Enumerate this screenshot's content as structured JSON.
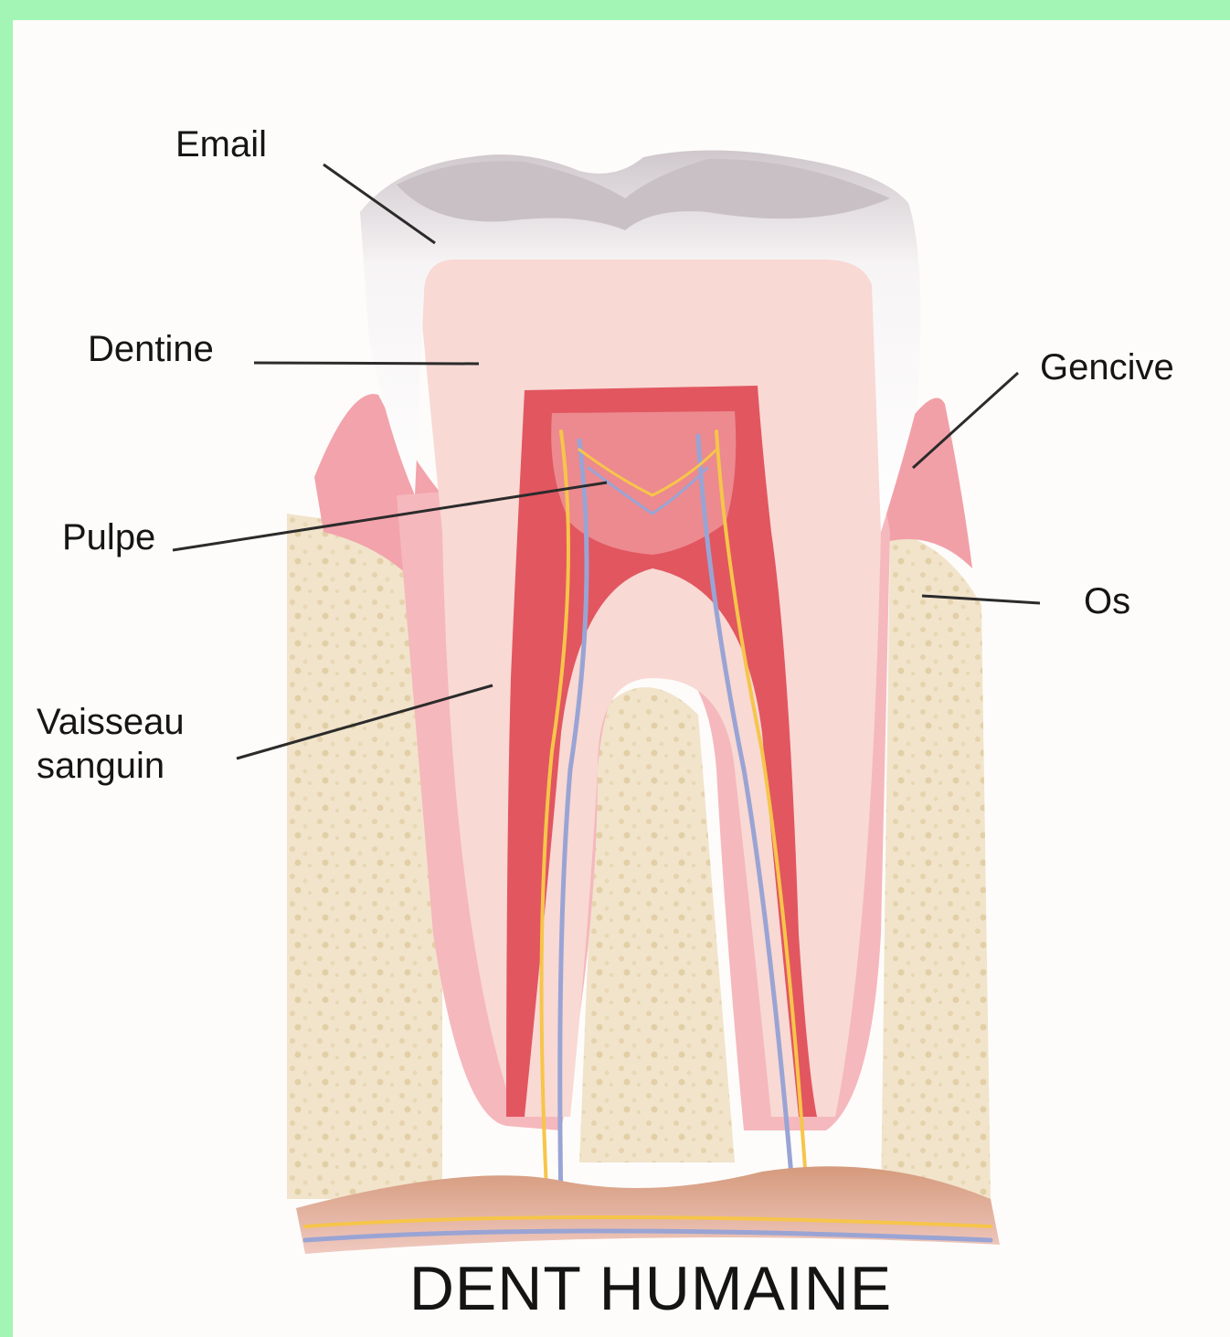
{
  "labels": {
    "email": "Email",
    "dentine": "Dentine",
    "gencive": "Gencive",
    "pulpe": "Pulpe",
    "os": "Os",
    "vaisseau_line1": "Vaisseau",
    "vaisseau_line2": "sanguin"
  },
  "title": "DENT HUMAINE",
  "colors": {
    "frame_border": "#a3f5b5",
    "enamel": "#f2eef0",
    "dentine": "#f8d9d4",
    "pulp": "#e0525a",
    "gum": "#f3a3ab",
    "bone": "#efe2c8",
    "nerve_yellow": "#f6c54a",
    "vessel_blue": "#9aa4d4"
  }
}
